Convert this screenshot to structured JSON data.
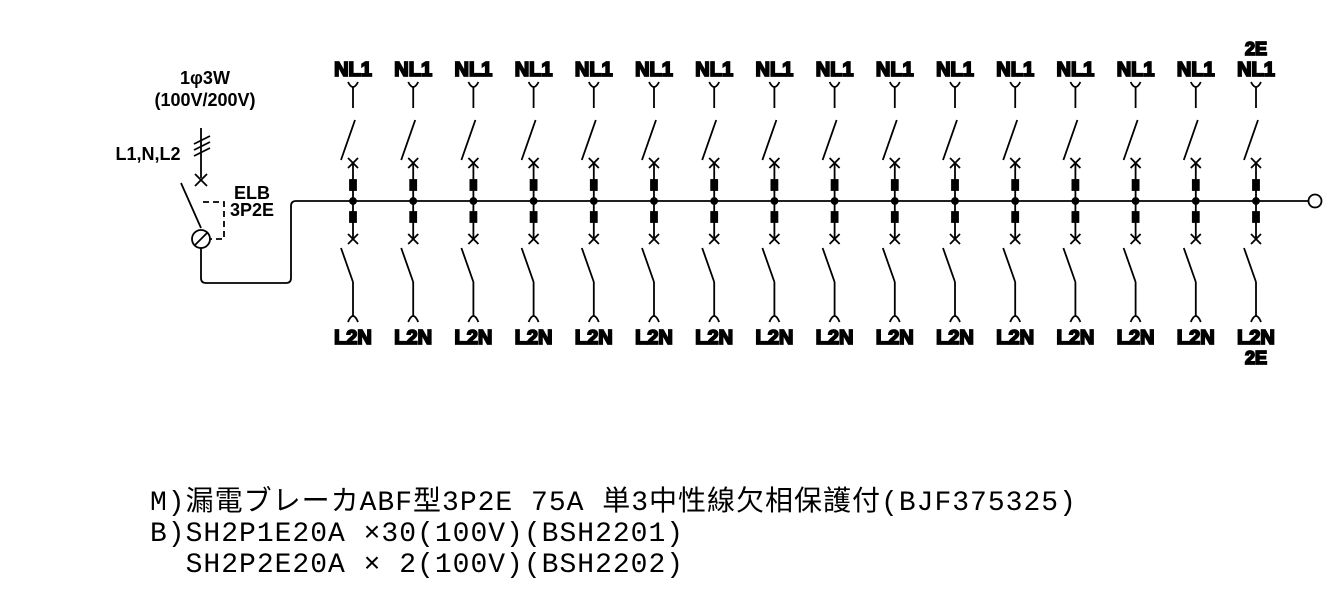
{
  "supply": {
    "phase": "1φ3W",
    "voltage": "(100V/200V)",
    "lines": "L1,N,L2"
  },
  "main_breaker": {
    "type": "ELB",
    "poles": "3P2E"
  },
  "branches_top": [
    "NL1",
    "NL1",
    "NL1",
    "NL1",
    "NL1",
    "NL1",
    "NL1",
    "NL1",
    "NL1",
    "NL1",
    "NL1",
    "NL1",
    "NL1",
    "NL1",
    "NL1",
    "NL1"
  ],
  "branches_bottom": [
    "L2N",
    "L2N",
    "L2N",
    "L2N",
    "L2N",
    "L2N",
    "L2N",
    "L2N",
    "L2N",
    "L2N",
    "L2N",
    "L2N",
    "L2N",
    "L2N",
    "L2N",
    "L2N"
  ],
  "last_branch_extra": "2E",
  "spec_lines": [
    "M)漏電ブレーカABF型3P2E  75A 単3中性線欠相保護付(BJF375325)",
    "B)SH2P1E20A ×30(100V)(BSH2201)",
    "  SH2P2E20A × 2(100V)(BSH2202)"
  ]
}
